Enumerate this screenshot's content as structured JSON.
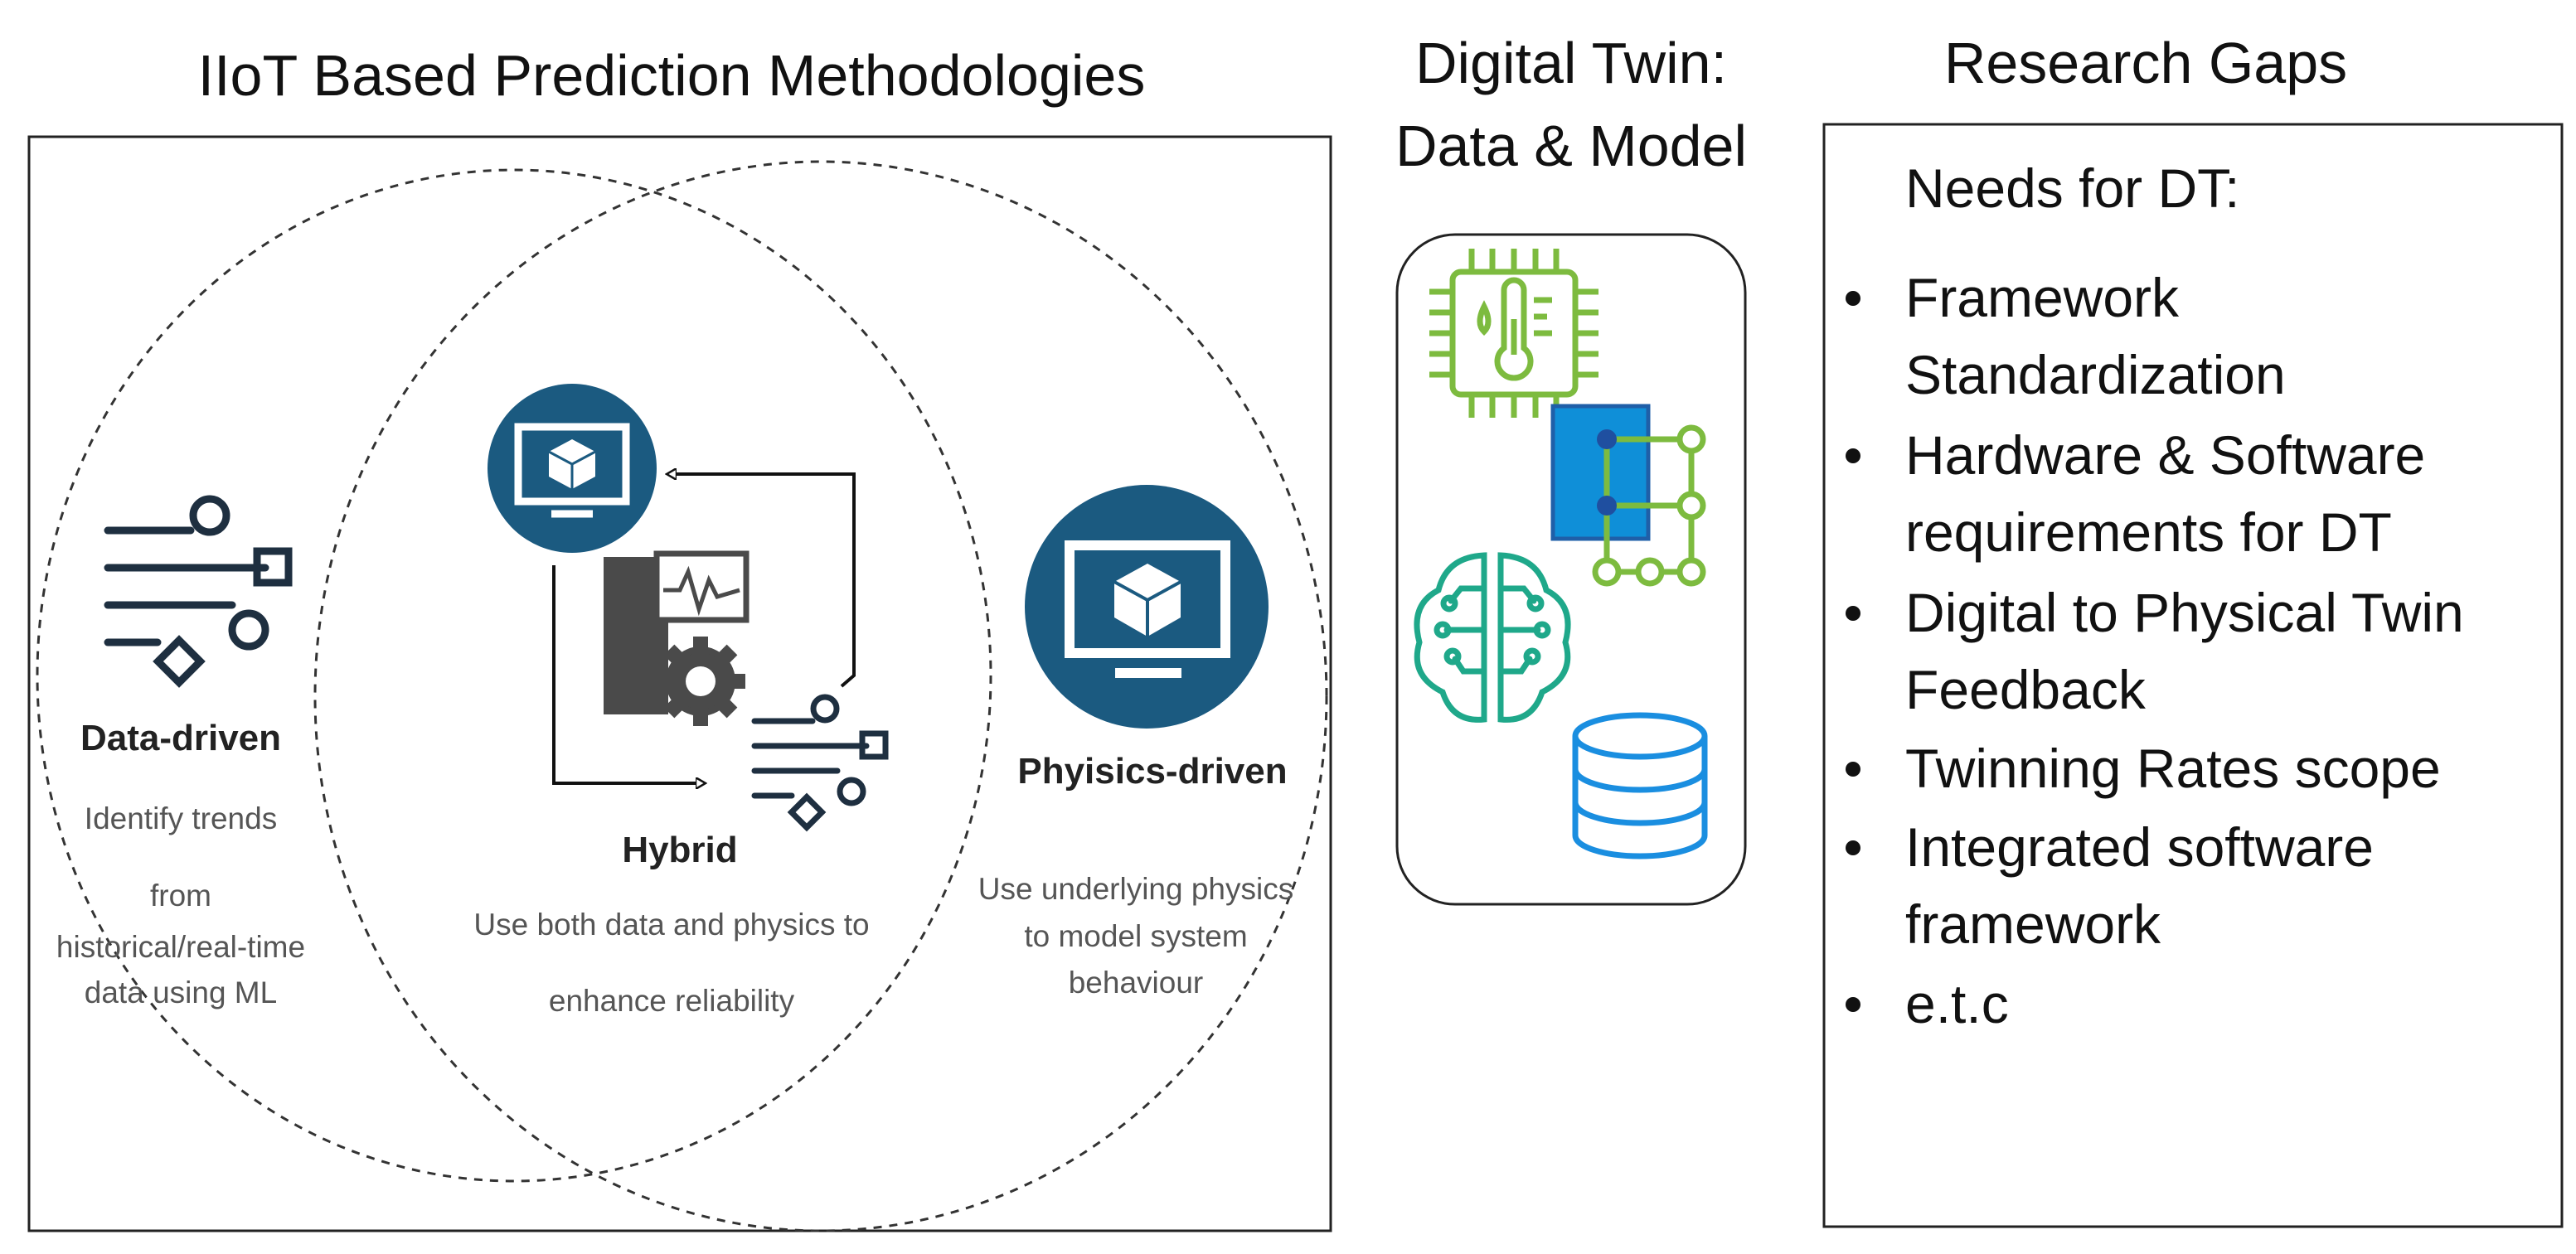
{
  "sections": {
    "methodologies": {
      "title": "IIoT Based Prediction Methodologies",
      "data_driven": {
        "label": "Data-driven",
        "description": [
          "Identify trends",
          "from",
          "historical/real-time",
          "data using ML"
        ]
      },
      "hybrid": {
        "label": "Hybrid",
        "description": [
          "Use both data and physics to",
          "enhance reliability"
        ]
      },
      "physics_driven": {
        "label": "Phyisics-driven",
        "description": [
          "Use underlying physics",
          "to model system",
          "behaviour"
        ]
      }
    },
    "digital_twin": {
      "title_line1": "Digital Twin:",
      "title_line2": "Data & Model",
      "icons": [
        "sensor-chip-icon",
        "data-network-icon",
        "ai-brain-icon",
        "database-icon"
      ]
    },
    "research_gaps": {
      "title": "Research Gaps",
      "heading": "Needs for DT:",
      "items": [
        [
          "Framework",
          "Standardization"
        ],
        [
          "Hardware & Software",
          "requirements for DT"
        ],
        [
          "Digital to Physical Twin",
          "Feedback"
        ],
        [
          "Twinning Rates scope"
        ],
        [
          "Integrated software",
          "framework"
        ],
        [
          "e.t.c"
        ]
      ]
    }
  },
  "colors": {
    "navy": "#1b5a80",
    "dark_slate": "#1e2f40",
    "gray_server": "#4a4a4a",
    "green": "#7dbb3f",
    "blue": "#0f8fd8",
    "teal": "#1fa88a",
    "db_blue": "#1a8ee0"
  }
}
